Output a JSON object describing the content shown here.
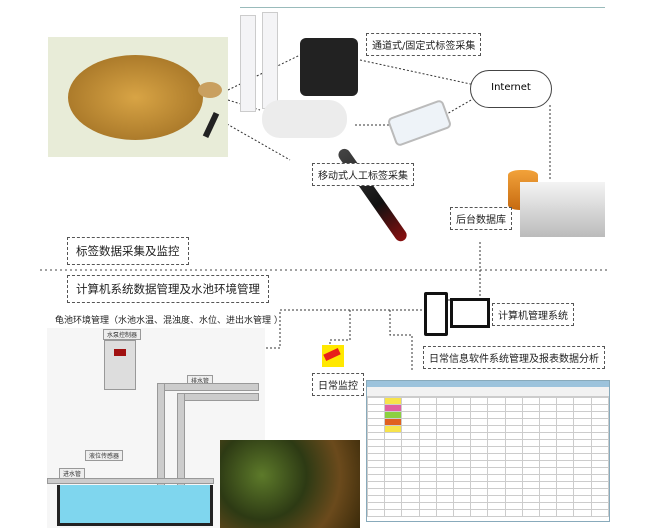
{
  "labels": {
    "fixed_capture": "通道式/固定式标签采集",
    "internet": "Internet",
    "mobile_capture": "移动式人工标签采集",
    "database": "后台数据库",
    "tag_monitoring": "标签数据采集及监控",
    "computer_pool_mgmt": "计算机系统数据管理及水池环境管理",
    "pool_env": "龟池环境管理（水池水温、混浊度、水位、进出水管理 ）",
    "computer_system": "计算机管理系统",
    "daily_software": "日常信息软件系统管理及报表数据分析",
    "daily_monitor": "日常监控",
    "pump_controller": "水泵控制器",
    "drain_pipe": "排水管",
    "inlet_pipe": "进水管",
    "level_sensor": "液位传感器"
  },
  "colors": {
    "turtle": "#b8862e",
    "water": "#7fd6ee",
    "camera": "#e8201a",
    "camera_bg": "#ffe800"
  }
}
